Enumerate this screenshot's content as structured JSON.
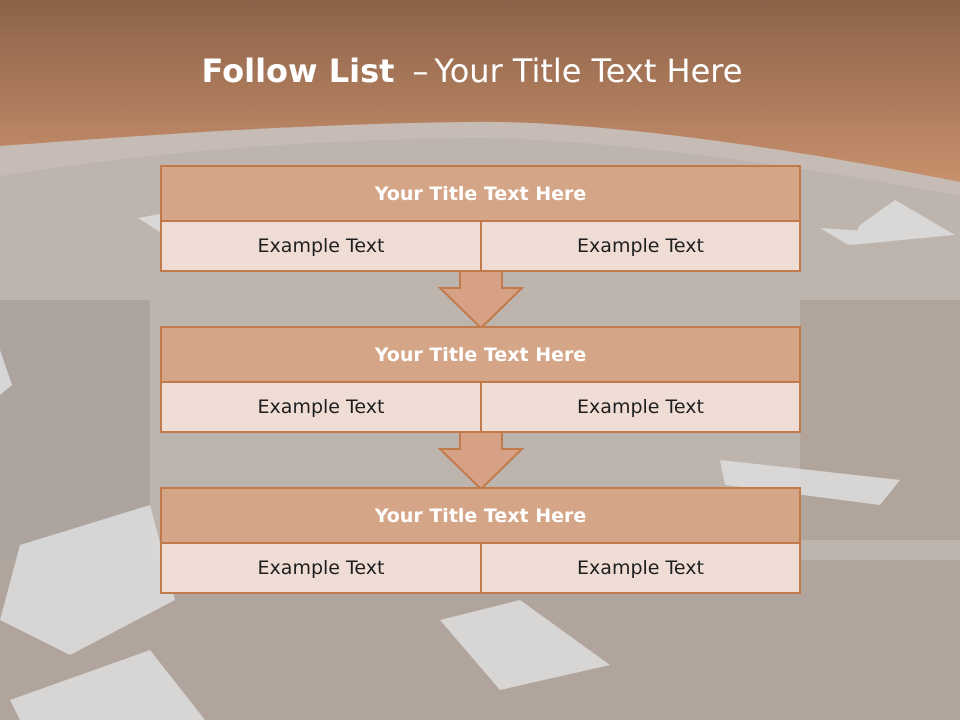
{
  "slide": {
    "title_bold": "Follow List",
    "title_separator": "–",
    "title_rest": "Your Title Text Here"
  },
  "flow": [
    {
      "title": "Your Title Text Here",
      "left": "Example Text",
      "right": "Example Text"
    },
    {
      "title": "Your Title Text Here",
      "left": "Example Text",
      "right": "Example Text"
    },
    {
      "title": "Your Title Text Here",
      "left": "Example Text",
      "right": "Example Text"
    }
  ],
  "colors": {
    "header_band": "#c48a65",
    "block_title_fill": "#d4a587",
    "cell_fill": "#efddd5",
    "outline": "#c07a4c",
    "arrow_fill": "#d6a184"
  }
}
